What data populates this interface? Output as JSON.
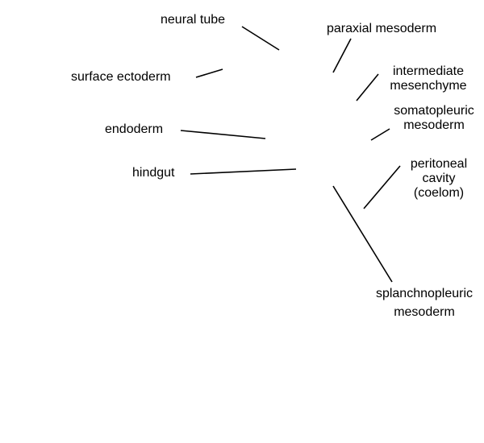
{
  "colors": {
    "text": "#000000",
    "line": "#000000",
    "background": "#ffffff"
  },
  "labels": {
    "neural_tube": "neural tube",
    "surface_ectoderm": "surface ectoderm",
    "endoderm": "endoderm",
    "hindgut": "hindgut",
    "paraxial_mesoderm": "paraxial mesoderm",
    "intermediate_mesenchyme": [
      "intermediate",
      "mesenchyme"
    ],
    "somatopleuric_mesoderm": [
      "somatopleuric",
      "mesoderm"
    ],
    "peritoneal_cavity": [
      "peritoneal",
      "cavity",
      "(coelom)"
    ],
    "splanchnopleuric_mesoderm": [
      "splanchnopleuric",
      "mesoderm"
    ]
  }
}
